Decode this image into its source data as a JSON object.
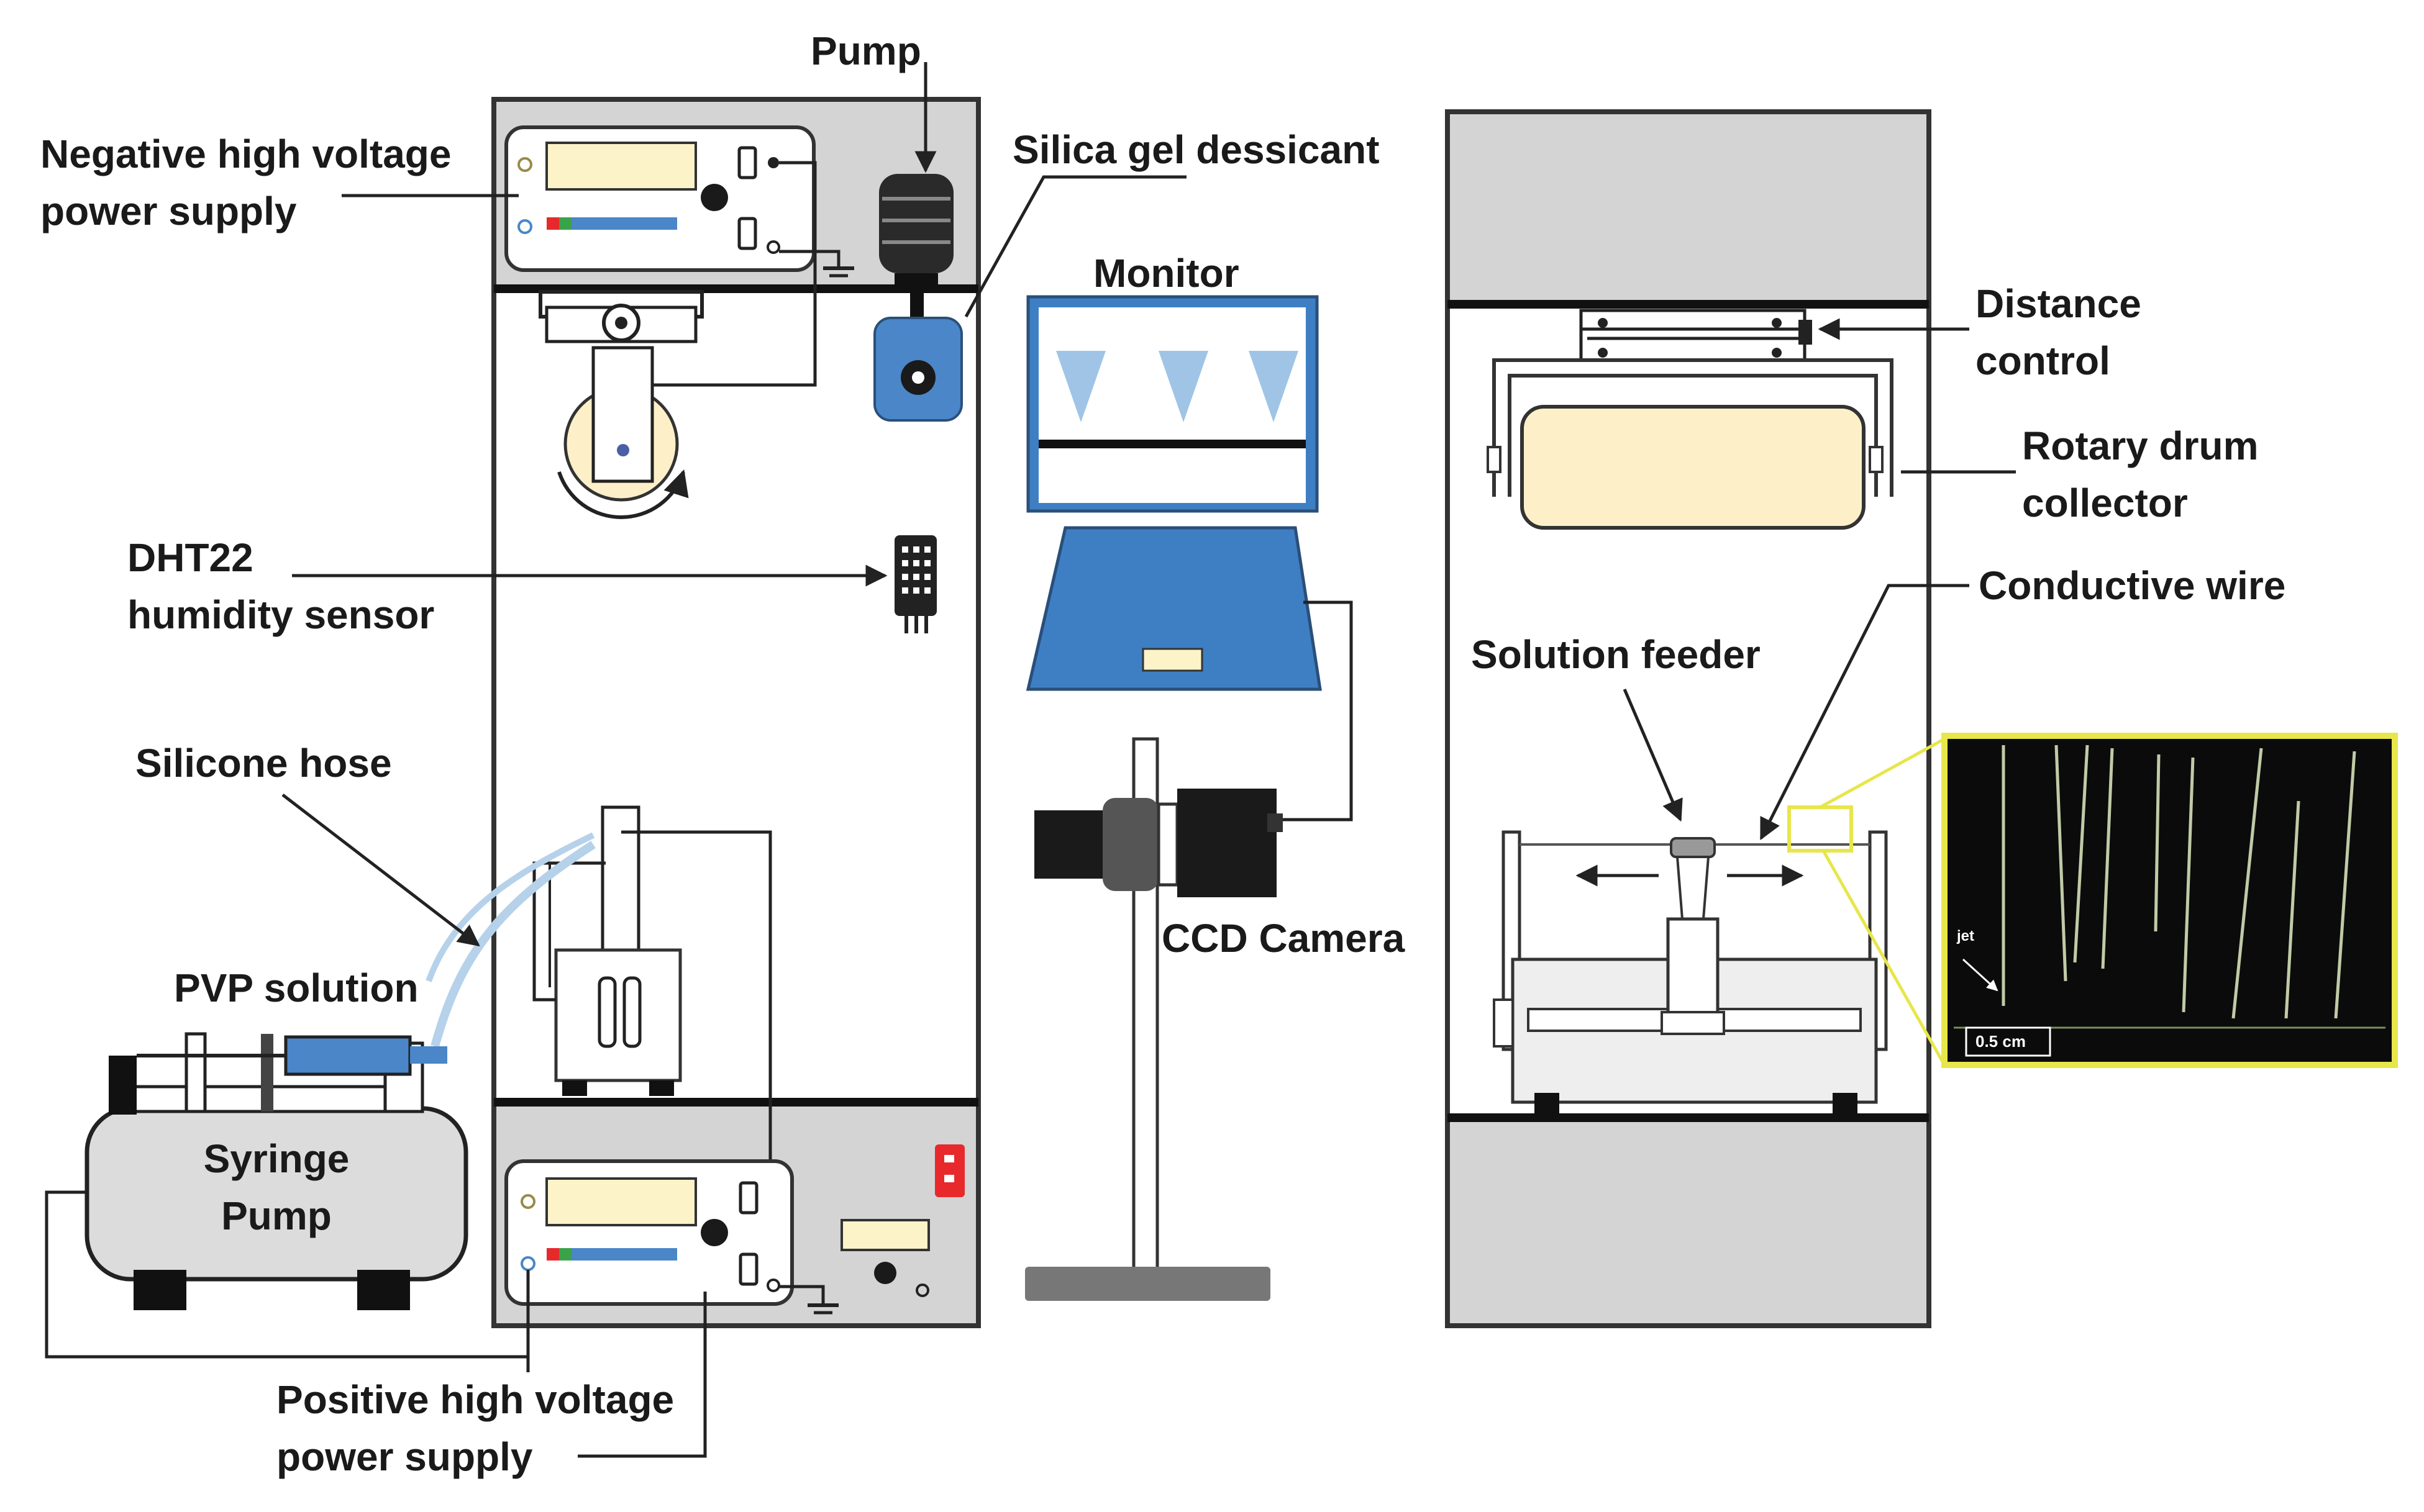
{
  "labels": {
    "pump": "Pump",
    "negative_supply": [
      "Negative high voltage",
      "power supply"
    ],
    "silica_gel": "Silica gel dessicant",
    "monitor": "Monitor",
    "distance_control": [
      "Distance",
      "control"
    ],
    "rotary_drum": [
      "Rotary drum",
      "collector"
    ],
    "conductive_wire": "Conductive wire",
    "dht22": [
      "DHT22",
      "humidity sensor"
    ],
    "solution_feeder": "Solution feeder",
    "silicone_hose": "Silicone hose",
    "pvp_solution": "PVP solution",
    "ccd_camera": "CCD Camera",
    "syringe_pump": [
      "Syringe",
      "Pump"
    ],
    "positive_supply": [
      "Positive high voltage",
      "power supply"
    ]
  },
  "inset": {
    "jet_label": "jet",
    "scale_bar": "0.5 cm"
  },
  "colors": {
    "panel_outline": "#333333",
    "cabinet_fill": "#ffffff",
    "shelf_gray": "#d4d4d4",
    "supply_screen": "#fdf3c9",
    "drum_fill": "#fdf0c9",
    "accent_blue": "#4a86c8",
    "monitor_blue": "#3e7fc4",
    "inset_border": "#e7e64a",
    "inset_background": "#0b0b0b",
    "indicator_red": "#e8292b"
  }
}
